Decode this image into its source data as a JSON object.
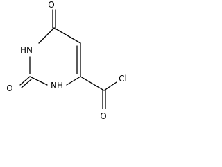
{
  "molecule": {
    "atoms": [
      {
        "id": "o_top",
        "label": "O"
      },
      {
        "id": "nh_top",
        "label": "HN"
      },
      {
        "id": "nh_bottom",
        "label": "NH"
      },
      {
        "id": "o_bottom",
        "label": "O"
      },
      {
        "id": "o_acyl",
        "label": "O"
      },
      {
        "id": "cl",
        "label": "Cl"
      }
    ]
  }
}
